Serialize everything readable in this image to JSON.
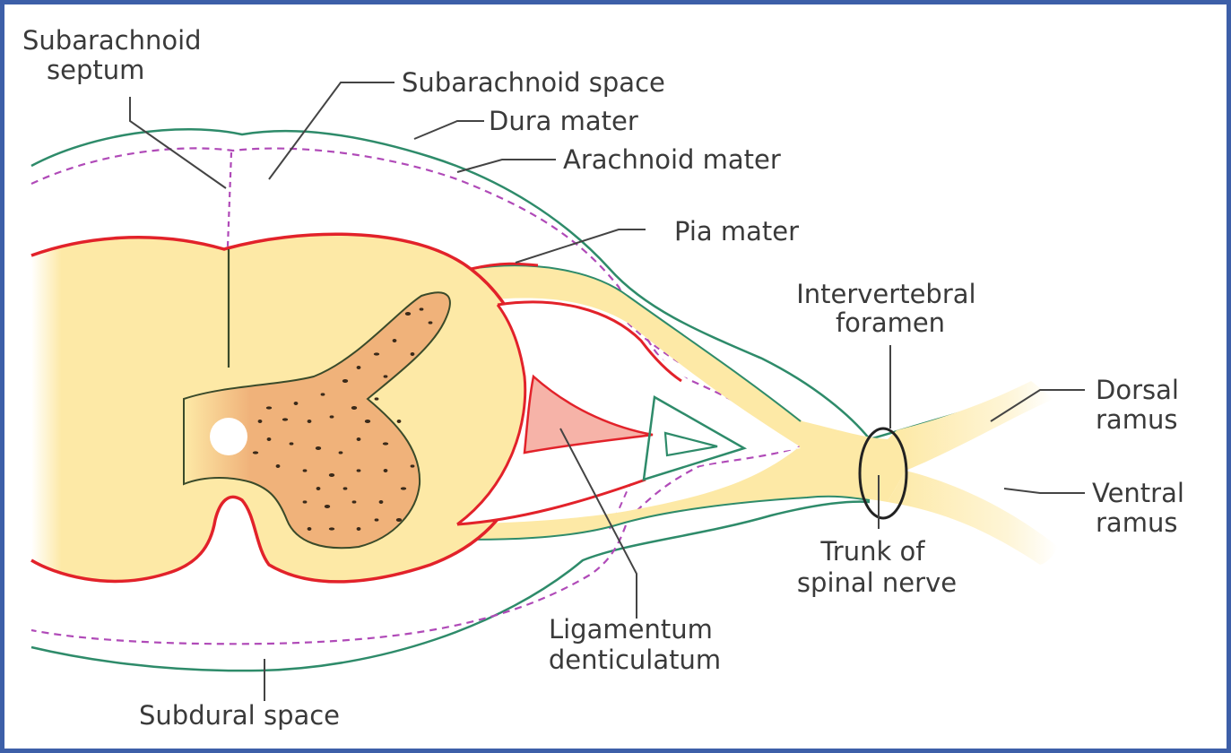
{
  "labels": {
    "subarachnoid_septum": [
      "Subarachnoid",
      "septum"
    ],
    "subarachnoid_space": "Subarachnoid space",
    "dura_mater": "Dura mater",
    "arachnoid_mater": "Arachnoid mater",
    "pia_mater": "Pia mater",
    "intervertebral_foramen": [
      "Intervertebral",
      "foramen"
    ],
    "dorsal_ramus": [
      "Dorsal",
      "ramus"
    ],
    "ventral_ramus": [
      "Ventral",
      "ramus"
    ],
    "trunk_of_spinal_nerve": [
      "Trunk of",
      "spinal nerve"
    ],
    "ligamentum_denticulatum": [
      "Ligamentum",
      "denticulatum"
    ],
    "subdural_space": "Subdural space"
  },
  "colors": {
    "frame": "#3d5fa8",
    "dura": "#2e8b6a",
    "arachnoid": "#b04ab8",
    "pia": "#e2222a",
    "cord_white_matter": "#fde9a6",
    "grey_matter": "#f0b27a",
    "ligament": "#f6b3a8",
    "leader_line": "#444444"
  }
}
